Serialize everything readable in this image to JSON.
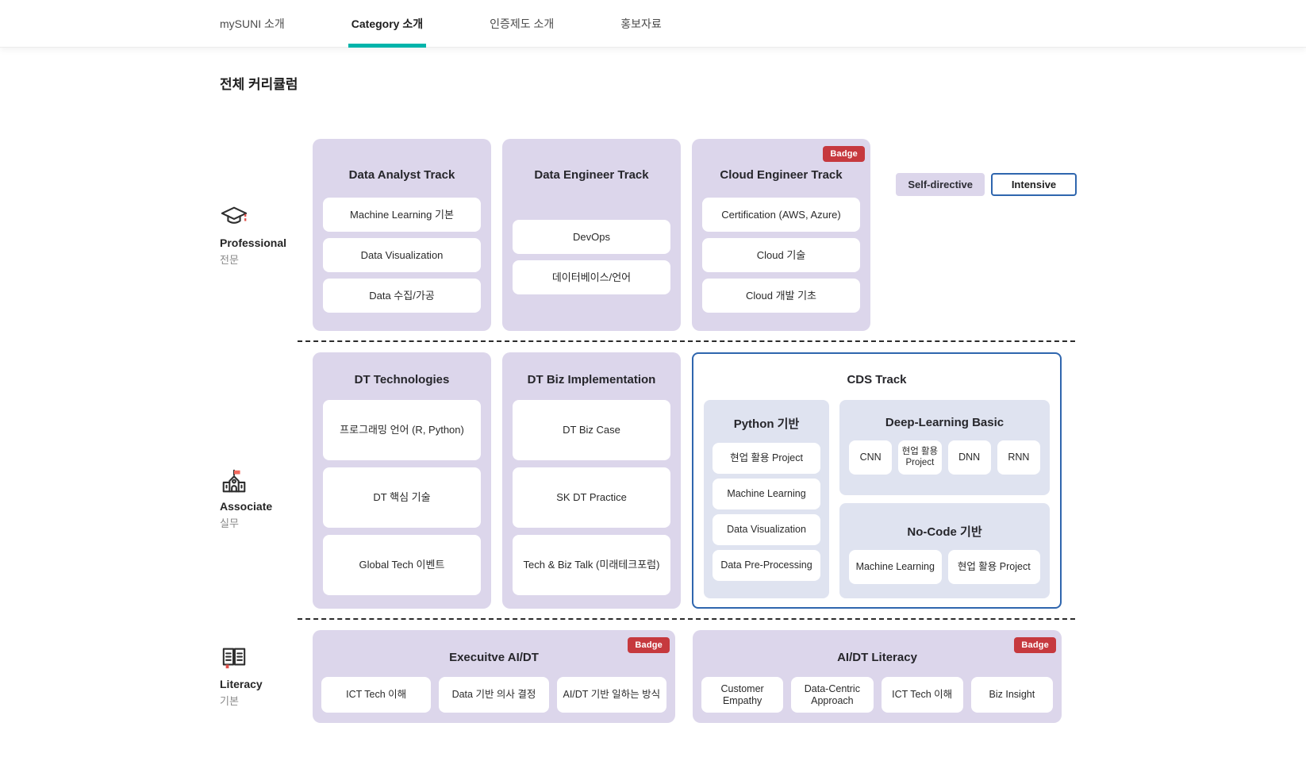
{
  "header": {
    "tabs": [
      {
        "label": "mySUNI 소개",
        "active": false
      },
      {
        "label": "Category 소개",
        "active": true
      },
      {
        "label": "인증제도 소개",
        "active": false
      },
      {
        "label": "홍보자료",
        "active": false
      }
    ]
  },
  "page_title": "전체 커리큘럼",
  "toggles": {
    "self_directive": "Self-directive",
    "intensive": "Intensive"
  },
  "levels": {
    "professional": {
      "label": "Professional",
      "sub": "전문",
      "icon": "graduation-cap-icon"
    },
    "associate": {
      "label": "Associate",
      "sub": "실무",
      "icon": "school-icon"
    },
    "literacy": {
      "label": "Literacy",
      "sub": "기본",
      "icon": "open-book-icon"
    }
  },
  "tracks": {
    "data_analyst": {
      "title": "Data Analyst Track",
      "items": [
        "Machine Learning 기본",
        "Data Visualization",
        "Data 수집/가공"
      ]
    },
    "data_engineer": {
      "title": "Data Engineer Track",
      "items": [
        "DevOps",
        "데이터베이스/언어"
      ]
    },
    "cloud_engineer": {
      "title": "Cloud Engineer Track",
      "badge": "Badge",
      "items": [
        "Certification (AWS, Azure)",
        "Cloud 기술",
        "Cloud 개발 기초"
      ]
    },
    "dt_technologies": {
      "title": "DT Technologies",
      "items": [
        "프로그래밍 언어 (R, Python)",
        "DT 핵심 기술",
        "Global Tech 이벤트"
      ]
    },
    "dt_biz": {
      "title": "DT Biz Implementation",
      "items": [
        "DT Biz Case",
        "SK DT Practice",
        "Tech & Biz Talk (미래테크포럼)"
      ]
    },
    "cds": {
      "title": "CDS Track",
      "python": {
        "title": "Python 기반",
        "items": [
          "현업 활용 Project",
          "Machine Learning",
          "Data Visualization",
          "Data Pre-Processing"
        ]
      },
      "deep_learning": {
        "title": "Deep-Learning Basic",
        "items": [
          "CNN",
          "현업 활용 Project",
          "DNN",
          "RNN"
        ]
      },
      "no_code": {
        "title": "No-Code 기반",
        "items": [
          "Machine Learning",
          "현업 활용 Project"
        ]
      }
    },
    "executive": {
      "title": "Execuitve AI/DT",
      "badge": "Badge",
      "items": [
        "ICT Tech 이해",
        "Data 기반 의사 결정",
        "AI/DT 기반 일하는 방식"
      ]
    },
    "aidt_literacy": {
      "title": "AI/DT Literacy",
      "badge": "Badge",
      "items": [
        "Customer Empathy",
        "Data-Centric Approach",
        "ICT Tech 이해",
        "Biz Insight"
      ]
    }
  },
  "colors": {
    "accent_teal": "#00b4ab",
    "card_lavender": "#dcd6eb",
    "panel_blue": "#dfe3f0",
    "cds_border_blue": "#2f66ae",
    "badge_red": "#c6393e",
    "icon_flag_red": "#f3685c"
  }
}
